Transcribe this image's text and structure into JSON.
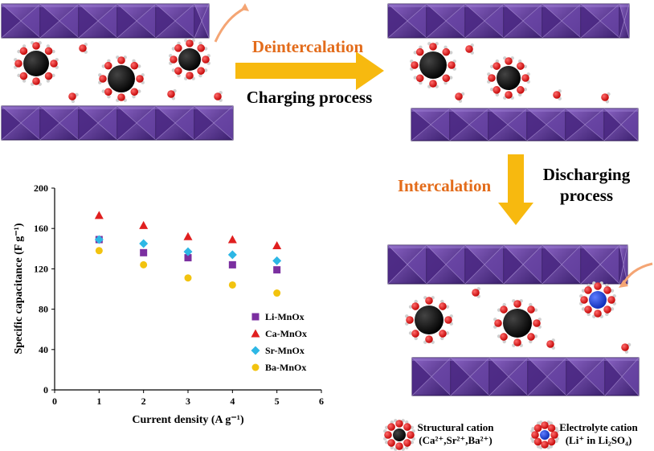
{
  "labels": {
    "deintercalation": "Deintercalation",
    "charging": "Charging process",
    "intercalation": "Intercalation",
    "discharging_line1": "Discharging",
    "discharging_line2": "process"
  },
  "legend_bottom": {
    "structural_line1": "Structural cation",
    "structural_line2": "(Ca²⁺,Sr²⁺,Ba²⁺)",
    "electrolyte_line1": "Electrolyte cation",
    "electrolyte_line2": "(Li⁺ in Li₂SO₄)"
  },
  "colors": {
    "octahedron_dark": "#3b1f6e",
    "octahedron_mid": "#5b3596",
    "octahedron_light": "#7a52b3",
    "arrow": "#f7b90f",
    "orange_text": "#e36c1b",
    "structural_cation": "#000000",
    "electrolyte_cation": "#1f3fd6",
    "oxygen": "#e31212",
    "hydrogen": "#d0d0d0",
    "swoosh": "#f4a574"
  },
  "chart_data": {
    "type": "scatter",
    "title": "",
    "xlabel": "Current density (A g⁻¹)",
    "ylabel": "Specific capacitance (F g⁻¹)",
    "xlim": [
      0,
      6
    ],
    "ylim": [
      0,
      200
    ],
    "xticks": [
      0,
      1,
      2,
      3,
      4,
      5,
      6
    ],
    "yticks": [
      0,
      40,
      80,
      120,
      160,
      200
    ],
    "grid": false,
    "legend_position": "right",
    "series": [
      {
        "name": "Li-MnOx",
        "marker": "square",
        "color": "#7b2fa0",
        "x": [
          1,
          2,
          3,
          4,
          5
        ],
        "y": [
          149,
          136,
          131,
          124,
          119
        ]
      },
      {
        "name": "Ca-MnOx",
        "marker": "triangle",
        "color": "#e01f1f",
        "x": [
          1,
          2,
          3,
          4,
          5
        ],
        "y": [
          173,
          163,
          152,
          149,
          143
        ]
      },
      {
        "name": "Sr-MnOx",
        "marker": "diamond",
        "color": "#2db7e5",
        "x": [
          1,
          2,
          3,
          4,
          5
        ],
        "y": [
          149,
          145,
          137,
          134,
          128
        ]
      },
      {
        "name": "Ba-MnOx",
        "marker": "circle",
        "color": "#f2c30f",
        "x": [
          1,
          2,
          3,
          4,
          5
        ],
        "y": [
          138,
          124,
          111,
          104,
          96
        ]
      }
    ]
  }
}
